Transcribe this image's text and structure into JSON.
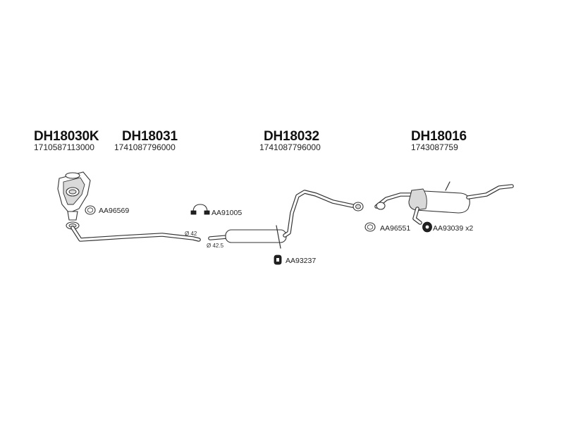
{
  "parts": [
    {
      "code": "DH18030K",
      "oem": "1710587113000"
    },
    {
      "code": "DH18031",
      "oem": "1741087796000"
    },
    {
      "code": "DH18032",
      "oem": "1741087796000"
    },
    {
      "code": "DH18016",
      "oem": "1743087759"
    }
  ],
  "accessories": [
    {
      "label": "AA96569",
      "icon": "gasket-ring-icon"
    },
    {
      "label": "AA91005",
      "icon": "pipe-clamp-icon"
    },
    {
      "label": "AA93237",
      "icon": "rubber-hanger-icon"
    },
    {
      "label": "AA96551",
      "icon": "gasket-ring-icon"
    },
    {
      "label": "AA93039 x2",
      "icon": "rubber-mount-icon"
    }
  ],
  "dimensions": [
    {
      "label": "Ø 42"
    },
    {
      "label": "Ø 42.5"
    }
  ]
}
